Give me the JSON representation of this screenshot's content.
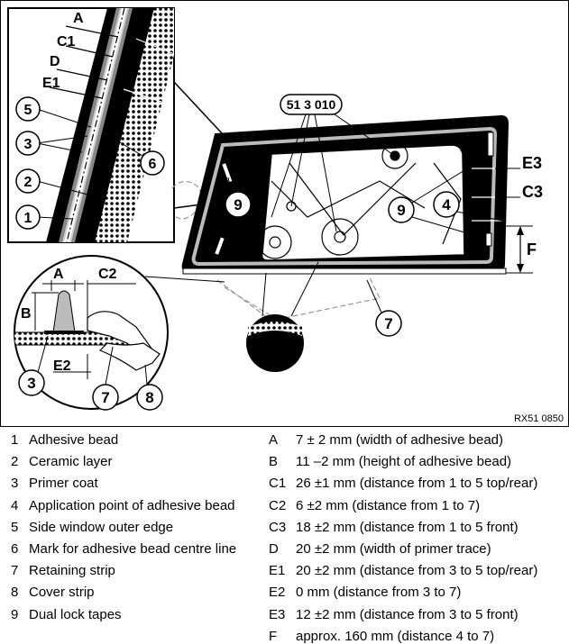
{
  "figure": {
    "reference": "RX51 0850",
    "part_number": "51 3 010",
    "detail_labels": {
      "A": "A",
      "B": "B",
      "C1": "C1",
      "C2": "C2",
      "C3": "C3",
      "D": "D",
      "E1": "E1",
      "E2": "E2",
      "E3": "E3",
      "F": "F"
    },
    "callouts": [
      "1",
      "2",
      "3",
      "4",
      "5",
      "6",
      "7",
      "8",
      "9"
    ]
  },
  "legend_left": [
    {
      "num": "1",
      "text": "Adhesive bead"
    },
    {
      "num": "2",
      "text": "Ceramic layer"
    },
    {
      "num": "3",
      "text": "Primer coat"
    },
    {
      "num": "4",
      "text": "Application point of adhesive bead"
    },
    {
      "num": "5",
      "text": "Side window outer edge"
    },
    {
      "num": "6",
      "text": "Mark for adhesive bead centre line"
    },
    {
      "num": "7",
      "text": "Retaining strip"
    },
    {
      "num": "8",
      "text": "Cover strip"
    },
    {
      "num": "9",
      "text": "Dual lock tapes"
    }
  ],
  "legend_right": [
    {
      "key": "A",
      "text": "7 ± 2 mm (width of adhesive bead)"
    },
    {
      "key": "B",
      "text": "11 –2 mm (height of adhesive bead)"
    },
    {
      "key": "C1",
      "text": "26 ±1 mm (distance from 1 to 5 top/rear)"
    },
    {
      "key": "C2",
      "text": "6 ±2 mm (distance from 1 to 7)"
    },
    {
      "key": "C3",
      "text": "18 ±2 mm (distance from 1 to 5 front)"
    },
    {
      "key": "D",
      "text": "20 ±2 mm (width of primer trace)"
    },
    {
      "key": "E1",
      "text": "20 ±2 mm (distance from 3 to 5 top/rear)"
    },
    {
      "key": "E2",
      "text": "0 mm (distance from 3 to 7)"
    },
    {
      "key": "E3",
      "text": "12 ±2 mm (distance from 3 to 5 front)"
    },
    {
      "key": "F",
      "text": "approx. 160 mm (distance 4 to 7)"
    }
  ]
}
